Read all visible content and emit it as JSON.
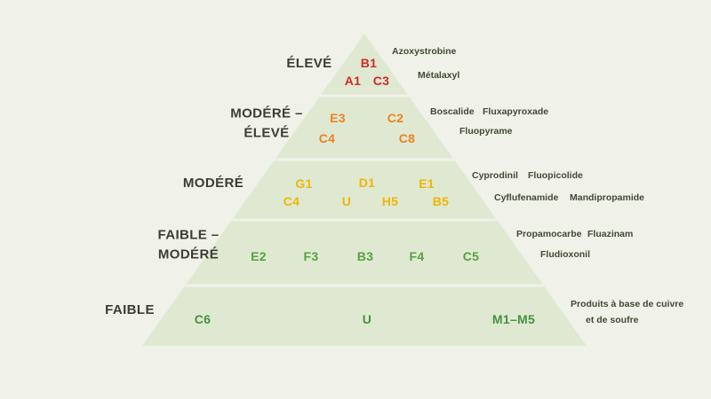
{
  "colors": {
    "background": "#f0f1e9",
    "pyramid_fill": "#dfe9d2",
    "divider": "#f0f1e9",
    "level1_code": "#d02c2a",
    "level2_code": "#f0811f",
    "level3_code": "#f0b500",
    "level4_code": "#56a33e",
    "level5_code": "#45923a"
  },
  "levels": [
    {
      "name": "ÉLEVÉ",
      "codes": [
        "B1",
        "A1",
        "C3"
      ],
      "side_labels": [
        "Azoxystrobine",
        "Métalaxyl"
      ]
    },
    {
      "name": "MODÉRÉ –\nÉLEVÉ",
      "codes": [
        "E3",
        "C2",
        "C4",
        "C8"
      ],
      "side_labels": [
        "Boscalide",
        "Fluxapyroxade",
        "Fluopyrame"
      ]
    },
    {
      "name": "MODÉRÉ",
      "codes": [
        "G1",
        "D1",
        "E1",
        "C4",
        "U",
        "H5",
        "B5"
      ],
      "side_labels": [
        "Cyprodinil",
        "Fluopicolide",
        "Cyflufenamide",
        "Mandipropamide"
      ]
    },
    {
      "name": "FAIBLE –\nMODÉRÉ",
      "codes": [
        "E2",
        "F3",
        "B3",
        "F4",
        "C5"
      ],
      "side_labels": [
        "Propamocarbe",
        "Fluazinam",
        "Fludioxonil"
      ]
    },
    {
      "name": "FAIBLE",
      "codes": [
        "C6",
        "U",
        "M1–M5"
      ],
      "side_labels": [
        "Produits à base de cuivre",
        "et de soufre"
      ]
    }
  ]
}
